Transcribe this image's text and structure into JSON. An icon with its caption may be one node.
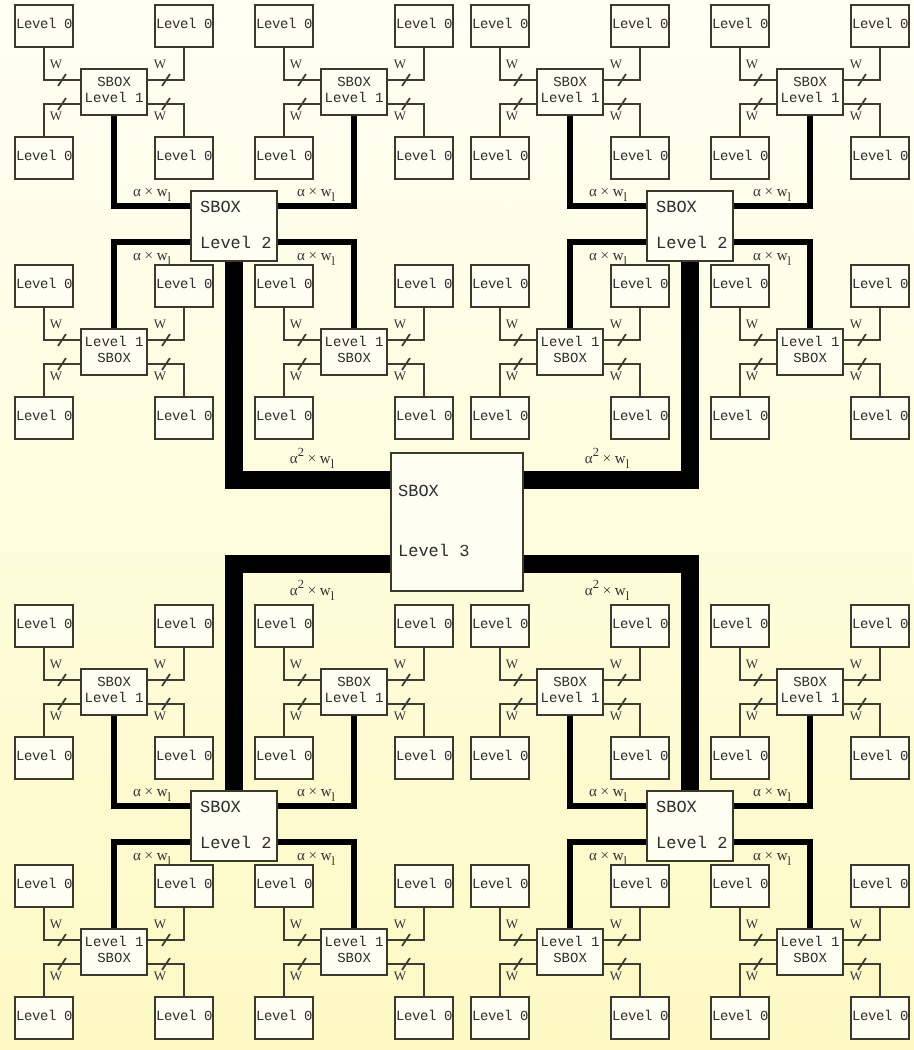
{
  "diagram": {
    "nodes": [
      {
        "text": [
          "SBOX",
          "Level 2"
        ]
      },
      {
        "text": [
          "SBOX",
          "Level 1"
        ]
      },
      {
        "text": [
          "Level 0"
        ]
      },
      {
        "text": [
          "Level 0"
        ]
      },
      {
        "text": [
          "Level 0"
        ]
      },
      {
        "text": [
          "Level 0"
        ]
      },
      {
        "text": [
          "SBOX",
          "Level 1"
        ]
      },
      {
        "text": [
          "Level 0"
        ]
      },
      {
        "text": [
          "Level 0"
        ]
      },
      {
        "text": [
          "Level 0"
        ]
      },
      {
        "text": [
          "Level 0"
        ]
      },
      {
        "text": [
          "Level 1",
          "SBOX"
        ]
      },
      {
        "text": [
          "Level 0"
        ]
      },
      {
        "text": [
          "Level 0"
        ]
      },
      {
        "text": [
          "Level 0"
        ]
      },
      {
        "text": [
          "Level 0"
        ]
      },
      {
        "text": [
          "Level 1",
          "SBOX"
        ]
      },
      {
        "text": [
          "Level 0"
        ]
      },
      {
        "text": [
          "Level 0"
        ]
      },
      {
        "text": [
          "Level 0"
        ]
      },
      {
        "text": [
          "Level 0"
        ]
      },
      {
        "text": [
          "SBOX",
          "Level 2"
        ]
      },
      {
        "text": [
          "SBOX",
          "Level 1"
        ]
      },
      {
        "text": [
          "Level 0"
        ]
      },
      {
        "text": [
          "Level 0"
        ]
      },
      {
        "text": [
          "Level 0"
        ]
      },
      {
        "text": [
          "Level 0"
        ]
      },
      {
        "text": [
          "SBOX",
          "Level 1"
        ]
      },
      {
        "text": [
          "Level 0"
        ]
      },
      {
        "text": [
          "Level 0"
        ]
      },
      {
        "text": [
          "Level 0"
        ]
      },
      {
        "text": [
          "Level 0"
        ]
      },
      {
        "text": [
          "Level 1",
          "SBOX"
        ]
      },
      {
        "text": [
          "Level 0"
        ]
      },
      {
        "text": [
          "Level 0"
        ]
      },
      {
        "text": [
          "Level 0"
        ]
      },
      {
        "text": [
          "Level 0"
        ]
      },
      {
        "text": [
          "Level 1",
          "SBOX"
        ]
      },
      {
        "text": [
          "Level 0"
        ]
      },
      {
        "text": [
          "Level 0"
        ]
      },
      {
        "text": [
          "Level 0"
        ]
      },
      {
        "text": [
          "Level 0"
        ]
      },
      {
        "text": [
          "SBOX",
          "Level 3"
        ]
      },
      {
        "text": [
          "SBOX",
          "Level 2"
        ]
      },
      {
        "text": [
          "SBOX",
          "Level 1"
        ]
      },
      {
        "text": [
          "Level 0"
        ]
      },
      {
        "text": [
          "Level 0"
        ]
      },
      {
        "text": [
          "Level 0"
        ]
      },
      {
        "text": [
          "Level 0"
        ]
      },
      {
        "text": [
          "SBOX",
          "Level 1"
        ]
      },
      {
        "text": [
          "Level 0"
        ]
      },
      {
        "text": [
          "Level 0"
        ]
      },
      {
        "text": [
          "Level 0"
        ]
      },
      {
        "text": [
          "Level 0"
        ]
      },
      {
        "text": [
          "Level 1",
          "SBOX"
        ]
      },
      {
        "text": [
          "Level 0"
        ]
      },
      {
        "text": [
          "Level 0"
        ]
      },
      {
        "text": [
          "Level 0"
        ]
      },
      {
        "text": [
          "Level 0"
        ]
      },
      {
        "text": [
          "Level 1",
          "SBOX"
        ]
      },
      {
        "text": [
          "Level 0"
        ]
      },
      {
        "text": [
          "Level 0"
        ]
      },
      {
        "text": [
          "Level 0"
        ]
      },
      {
        "text": [
          "Level 0"
        ]
      },
      {
        "text": [
          "SBOX",
          "Level 2"
        ]
      },
      {
        "text": [
          "SBOX",
          "Level 1"
        ]
      },
      {
        "text": [
          "Level 0"
        ]
      },
      {
        "text": [
          "Level 0"
        ]
      },
      {
        "text": [
          "Level 0"
        ]
      },
      {
        "text": [
          "Level 0"
        ]
      },
      {
        "text": [
          "SBOX",
          "Level 1"
        ]
      },
      {
        "text": [
          "Level 0"
        ]
      },
      {
        "text": [
          "Level 0"
        ]
      },
      {
        "text": [
          "Level 0"
        ]
      },
      {
        "text": [
          "Level 0"
        ]
      },
      {
        "text": [
          "Level 1",
          "SBOX"
        ]
      },
      {
        "text": [
          "Level 0"
        ]
      },
      {
        "text": [
          "Level 0"
        ]
      },
      {
        "text": [
          "Level 0"
        ]
      },
      {
        "text": [
          "Level 0"
        ]
      },
      {
        "text": [
          "Level 1",
          "SBOX"
        ]
      },
      {
        "text": [
          "Level 0"
        ]
      },
      {
        "text": [
          "Level 0"
        ]
      },
      {
        "text": [
          "Level 0"
        ]
      },
      {
        "text": [
          "Level 0"
        ]
      }
    ],
    "edges": [
      {
        "from": 0,
        "to": 1,
        "arrow": "none",
        "style": "thick",
        "label": "α × w$_{l}$"
      },
      {
        "from": 1,
        "to": 2,
        "arrow": "none",
        "label": "W"
      },
      {
        "from": 1,
        "to": 3,
        "arrow": "none",
        "label": "W"
      },
      {
        "from": 1,
        "to": 4,
        "arrow": "none",
        "label": "W"
      },
      {
        "from": 1,
        "to": 5,
        "arrow": "none",
        "label": "W"
      },
      {
        "from": 0,
        "to": 6,
        "arrow": "none",
        "style": "thick",
        "label": "α × w$_{l}$"
      },
      {
        "from": 6,
        "to": 7,
        "arrow": "none",
        "label": "W"
      },
      {
        "from": 6,
        "to": 8,
        "arrow": "none",
        "label": "W"
      },
      {
        "from": 6,
        "to": 9,
        "arrow": "none",
        "label": "W"
      },
      {
        "from": 6,
        "to": 10,
        "arrow": "none",
        "label": "W"
      },
      {
        "from": 0,
        "to": 11,
        "arrow": "none",
        "style": "thick",
        "label": "α × w$_{l}$"
      },
      {
        "from": 11,
        "to": 12,
        "arrow": "none",
        "label": "W"
      },
      {
        "from": 11,
        "to": 13,
        "arrow": "none",
        "label": "W"
      },
      {
        "from": 11,
        "to": 14,
        "arrow": "none",
        "label": "W"
      },
      {
        "from": 11,
        "to": 15,
        "arrow": "none",
        "label": "W"
      },
      {
        "from": 0,
        "to": 16,
        "arrow": "none",
        "style": "thick",
        "label": "α × w$_{l}$"
      },
      {
        "from": 16,
        "to": 17,
        "arrow": "none",
        "label": "W"
      },
      {
        "from": 16,
        "to": 18,
        "arrow": "none",
        "label": "W"
      },
      {
        "from": 16,
        "to": 19,
        "arrow": "none",
        "label": "W"
      },
      {
        "from": 16,
        "to": 20,
        "arrow": "none",
        "label": "W"
      },
      {
        "from": 21,
        "to": 22,
        "arrow": "none",
        "style": "thick",
        "label": "α × w$_{l}$"
      },
      {
        "from": 22,
        "to": 23,
        "arrow": "none",
        "label": "W"
      },
      {
        "from": 22,
        "to": 24,
        "arrow": "none",
        "label": "W"
      },
      {
        "from": 22,
        "to": 25,
        "arrow": "none",
        "label": "W"
      },
      {
        "from": 22,
        "to": 26,
        "arrow": "none",
        "label": "W"
      },
      {
        "from": 21,
        "to": 27,
        "arrow": "none",
        "style": "thick",
        "label": "α × w$_{l}$"
      },
      {
        "from": 27,
        "to": 28,
        "arrow": "none",
        "label": "W"
      },
      {
        "from": 27,
        "to": 29,
        "arrow": "none",
        "label": "W"
      },
      {
        "from": 27,
        "to": 30,
        "arrow": "none",
        "label": "W"
      },
      {
        "from": 27,
        "to": 31,
        "arrow": "none",
        "label": "W"
      },
      {
        "from": 21,
        "to": 32,
        "arrow": "none",
        "style": "thick",
        "label": "α × w$_{l}$"
      },
      {
        "from": 32,
        "to": 33,
        "arrow": "none",
        "label": "W"
      },
      {
        "from": 32,
        "to": 34,
        "arrow": "none",
        "label": "W"
      },
      {
        "from": 32,
        "to": 35,
        "arrow": "none",
        "label": "W"
      },
      {
        "from": 32,
        "to": 36,
        "arrow": "none",
        "label": "W"
      },
      {
        "from": 21,
        "to": 37,
        "arrow": "none",
        "style": "thick",
        "label": "α × w$_{l}$"
      },
      {
        "from": 37,
        "to": 38,
        "arrow": "none",
        "label": "W"
      },
      {
        "from": 37,
        "to": 39,
        "arrow": "none",
        "label": "W"
      },
      {
        "from": 37,
        "to": 40,
        "arrow": "none",
        "label": "W"
      },
      {
        "from": 37,
        "to": 41,
        "arrow": "none",
        "label": "W"
      },
      {
        "from": 43,
        "to": 44,
        "arrow": "none",
        "style": "thick",
        "label": "α × w$_{l}$"
      },
      {
        "from": 44,
        "to": 45,
        "arrow": "none",
        "label": "W"
      },
      {
        "from": 44,
        "to": 46,
        "arrow": "none",
        "label": "W"
      },
      {
        "from": 44,
        "to": 47,
        "arrow": "none",
        "label": "W"
      },
      {
        "from": 44,
        "to": 48,
        "arrow": "none",
        "label": "W"
      },
      {
        "from": 43,
        "to": 49,
        "arrow": "none",
        "style": "thick",
        "label": "α × w$_{l}$"
      },
      {
        "from": 49,
        "to": 50,
        "arrow": "none",
        "label": "W"
      },
      {
        "from": 49,
        "to": 51,
        "arrow": "none",
        "label": "W"
      },
      {
        "from": 49,
        "to": 52,
        "arrow": "none",
        "label": "W"
      },
      {
        "from": 49,
        "to": 53,
        "arrow": "none",
        "label": "W"
      },
      {
        "from": 43,
        "to": 54,
        "arrow": "none",
        "style": "thick",
        "label": "α × w$_{l}$"
      },
      {
        "from": 54,
        "to": 55,
        "arrow": "none",
        "label": "W"
      },
      {
        "from": 54,
        "to": 56,
        "arrow": "none",
        "label": "W"
      },
      {
        "from": 54,
        "to": 57,
        "arrow": "none",
        "label": "W"
      },
      {
        "from": 54,
        "to": 58,
        "arrow": "none",
        "label": "W"
      },
      {
        "from": 43,
        "to": 59,
        "arrow": "none",
        "style": "thick",
        "label": "α × w$_{l}$"
      },
      {
        "from": 59,
        "to": 60,
        "arrow": "none",
        "label": "W"
      },
      {
        "from": 59,
        "to": 61,
        "arrow": "none",
        "label": "W"
      },
      {
        "from": 59,
        "to": 62,
        "arrow": "none",
        "label": "W"
      },
      {
        "from": 59,
        "to": 63,
        "arrow": "none",
        "label": "W"
      },
      {
        "from": 64,
        "to": 65,
        "arrow": "none",
        "style": "thick",
        "label": "α × w$_{l}$"
      },
      {
        "from": 65,
        "to": 66,
        "arrow": "none",
        "label": "W"
      },
      {
        "from": 65,
        "to": 67,
        "arrow": "none",
        "label": "W"
      },
      {
        "from": 65,
        "to": 68,
        "arrow": "none",
        "label": "W"
      },
      {
        "from": 65,
        "to": 69,
        "arrow": "none",
        "label": "W"
      },
      {
        "from": 64,
        "to": 70,
        "arrow": "none",
        "style": "thick",
        "label": "α × w$_{l}$"
      },
      {
        "from": 70,
        "to": 71,
        "arrow": "none",
        "label": "W"
      },
      {
        "from": 70,
        "to": 72,
        "arrow": "none",
        "label": "W"
      },
      {
        "from": 70,
        "to": 73,
        "arrow": "none",
        "label": "W"
      },
      {
        "from": 70,
        "to": 74,
        "arrow": "none",
        "label": "W"
      },
      {
        "from": 64,
        "to": 75,
        "arrow": "none",
        "style": "thick",
        "label": "α × w$_{l}$"
      },
      {
        "from": 75,
        "to": 76,
        "arrow": "none",
        "label": "W"
      },
      {
        "from": 75,
        "to": 77,
        "arrow": "none",
        "label": "W"
      },
      {
        "from": 75,
        "to": 78,
        "arrow": "none",
        "label": "W"
      },
      {
        "from": 75,
        "to": 79,
        "arrow": "none",
        "label": "W"
      },
      {
        "from": 64,
        "to": 80,
        "arrow": "none",
        "style": "thick",
        "label": "α × w$_{l}$"
      },
      {
        "from": 80,
        "to": 81,
        "arrow": "none",
        "label": "W"
      },
      {
        "from": 80,
        "to": 82,
        "arrow": "none",
        "label": "W"
      },
      {
        "from": 80,
        "to": 83,
        "arrow": "none",
        "label": "W"
      },
      {
        "from": 80,
        "to": 84,
        "arrow": "none",
        "label": "W"
      },
      {
        "from": 0,
        "to": 42,
        "arrow": "none",
        "style": "thick",
        "label": "α$^{2}$ × w$_{l}$"
      },
      {
        "from": 21,
        "to": 42,
        "arrow": "none",
        "style": "thick",
        "label": "α$^{2}$ × w$_{l}$"
      },
      {
        "from": 43,
        "to": 42,
        "arrow": "none",
        "style": "thick",
        "label": "α$^{2}$ × w$_{l}$"
      },
      {
        "from": 64,
        "to": 42,
        "arrow": "none",
        "style": "thick",
        "label": "α$^{2}$ × w$_{l}$"
      }
    ]
  }
}
